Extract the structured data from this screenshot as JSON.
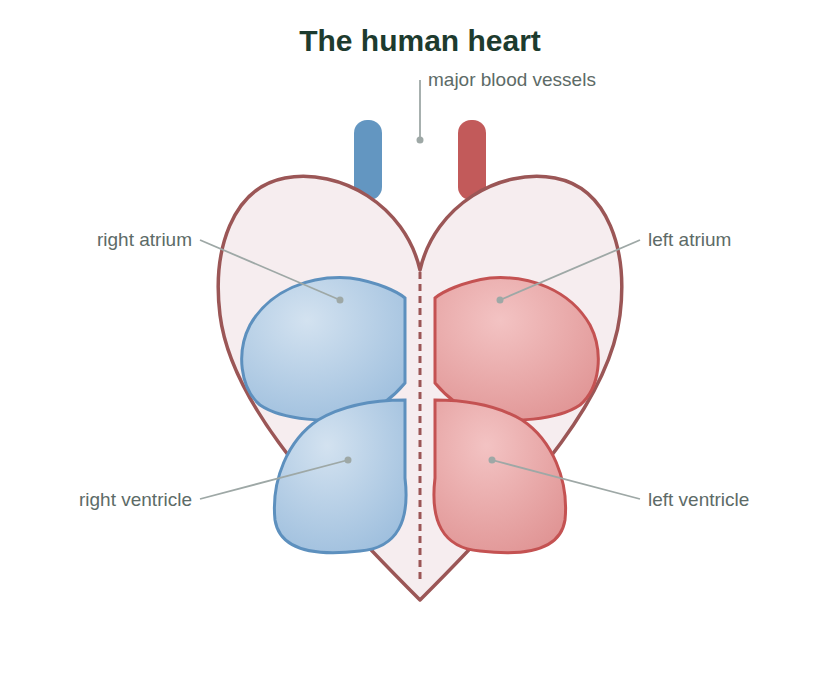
{
  "diagram": {
    "title": "The human heart",
    "labels": [
      "major blood vessels",
      "right atrium",
      "left atrium",
      "right ventricle",
      "left ventricle"
    ]
  }
}
